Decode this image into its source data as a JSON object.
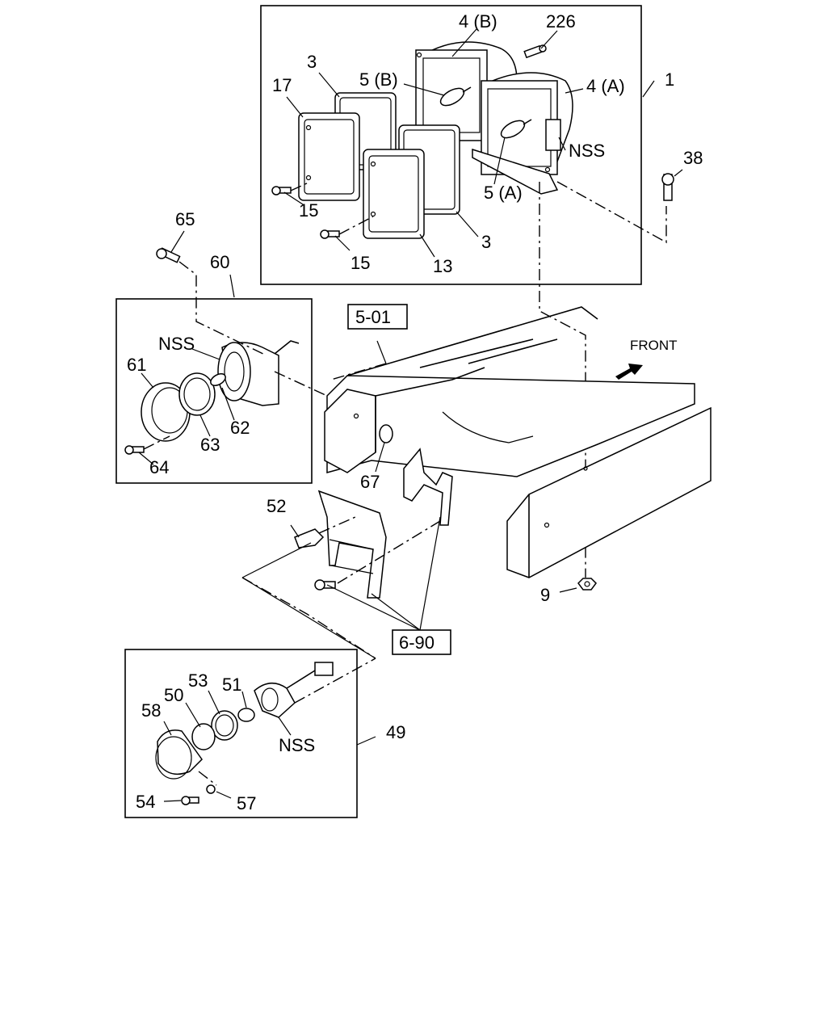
{
  "diagram": {
    "callouts": {
      "c1": "1",
      "c3a": "3",
      "c3b": "3",
      "c4a": "4 (A)",
      "c4b": "4 (B)",
      "c5a": "5 (A)",
      "c5b": "5 (B)",
      "c226": "226",
      "c17": "17",
      "c15a": "15",
      "c15b": "15",
      "c13": "13",
      "c38": "38",
      "nss1": "NSS",
      "c65": "65",
      "c60": "60",
      "nss2": "NSS",
      "c61": "61",
      "c62": "62",
      "c63": "63",
      "c64": "64",
      "c67": "67",
      "c52": "52",
      "c9": "9",
      "c49": "49",
      "c58": "58",
      "c50": "50",
      "c53": "53",
      "c51": "51",
      "nss3": "NSS",
      "c54": "54",
      "c57": "57"
    },
    "refs": {
      "ref501": "5-01",
      "ref690": "6-90"
    },
    "front": "FRONT"
  }
}
